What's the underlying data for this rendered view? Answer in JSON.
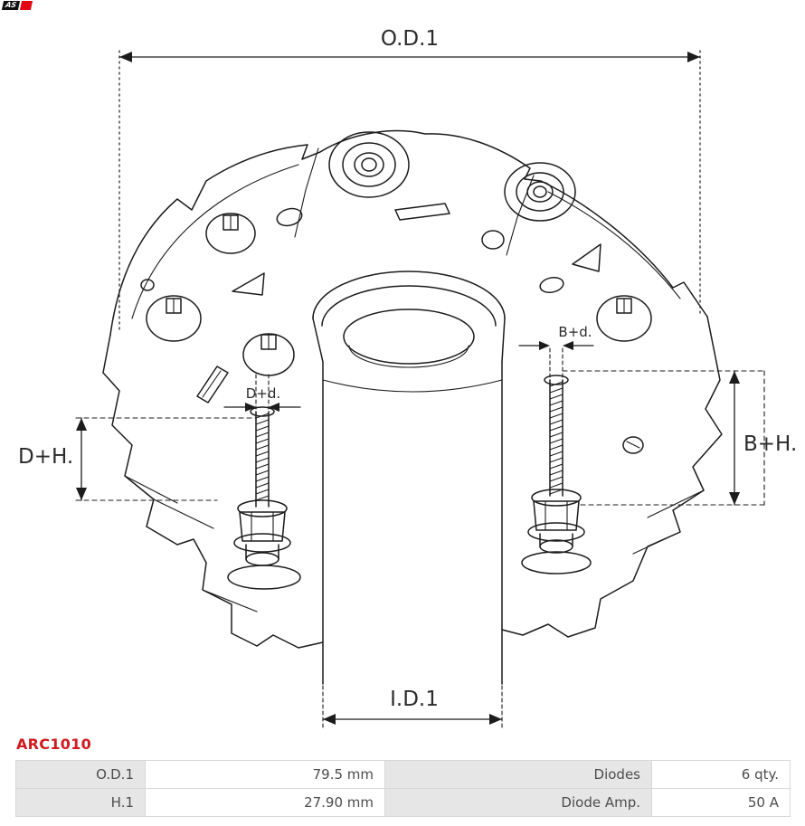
{
  "header": {
    "logo_text": "AS"
  },
  "drawing": {
    "labels": {
      "od1": "O.D.1",
      "id1": "I.D.1",
      "dh": "D+H.",
      "bh": "B+H.",
      "dd": "D+d.",
      "bd": "B+d."
    }
  },
  "part_number": "ARC1010",
  "table": {
    "rows": [
      {
        "c0": "O.D.1",
        "c1": "79.5 mm",
        "c2": "Diodes",
        "c3": "6 qty."
      },
      {
        "c0": "H.1",
        "c1": "27.90 mm",
        "c2": "Diode Amp.",
        "c3": "50 A"
      }
    ]
  },
  "colors": {
    "part_number_red": "#d11a20",
    "logo_red": "#e30613",
    "table_label_bg": "#e6e6e6",
    "table_border": "#d8d8d8",
    "line": "#1c1c1c"
  }
}
